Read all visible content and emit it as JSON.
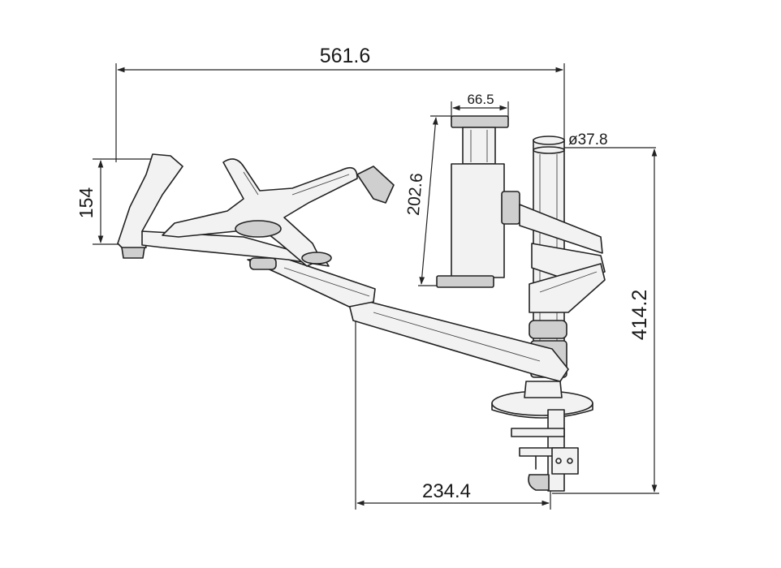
{
  "dimensions": {
    "total_width": "561.6",
    "tablet_holder_width": "66.5",
    "pole_diameter": "ø37.8",
    "tablet_holder_height": "202.6",
    "laptop_tray_height": "154",
    "total_height": "414.2",
    "base_reach": "234.4"
  },
  "colors": {
    "line": "#222222",
    "fill_light": "#f2f2f2",
    "fill_mid": "#cfcfcf"
  }
}
